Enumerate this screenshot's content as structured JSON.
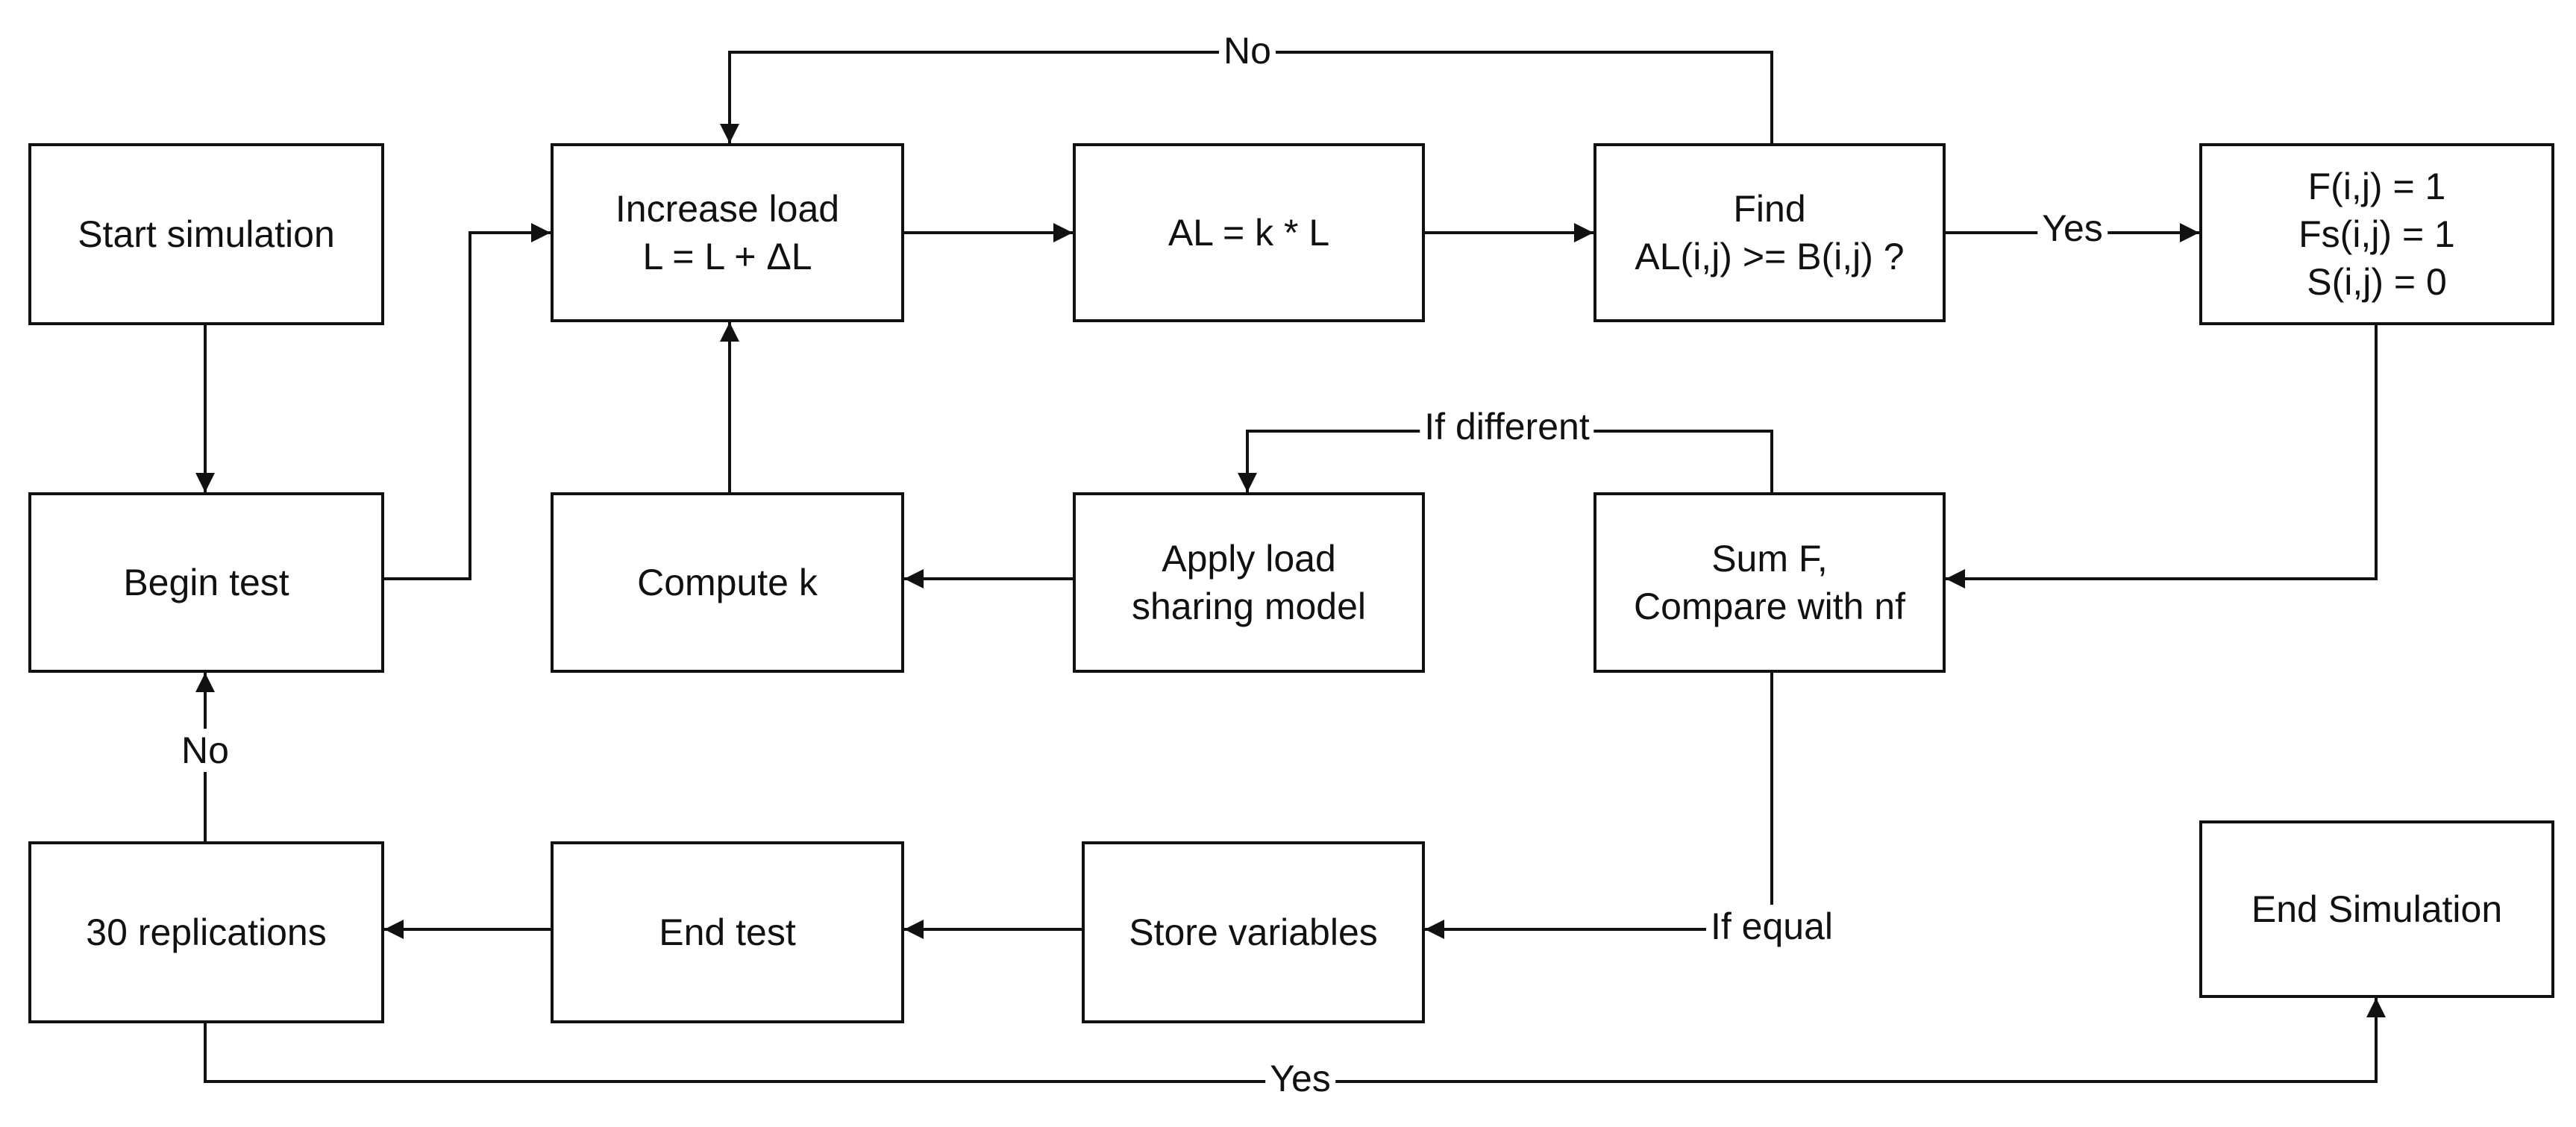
{
  "nodes": {
    "start_simulation": {
      "lines": [
        "Start simulation"
      ]
    },
    "increase_load": {
      "lines": [
        "Increase load",
        "L = L + ΔL"
      ]
    },
    "al_formula": {
      "lines": [
        "AL = k * L"
      ]
    },
    "find_condition": {
      "lines": [
        "Find",
        "AL(i,j) >= B(i,j) ?"
      ]
    },
    "failure_flags": {
      "lines": [
        "F(i,j) = 1",
        "Fs(i,j) = 1",
        "S(i,j) = 0"
      ]
    },
    "begin_test": {
      "lines": [
        "Begin test"
      ]
    },
    "compute_k": {
      "lines": [
        "Compute k"
      ]
    },
    "apply_load_sharing": {
      "lines": [
        "Apply load",
        "sharing model"
      ]
    },
    "sum_compare": {
      "lines": [
        "Sum F,",
        "Compare with nf"
      ]
    },
    "replications": {
      "lines": [
        "30 replications"
      ]
    },
    "end_test": {
      "lines": [
        "End test"
      ]
    },
    "store_variables": {
      "lines": [
        "Store variables"
      ]
    },
    "end_simulation": {
      "lines": [
        "End Simulation"
      ]
    }
  },
  "edge_labels": {
    "no_top": "No",
    "yes_right": "Yes",
    "if_different": "If different",
    "no_left": "No",
    "if_equal": "If equal",
    "yes_bottom": "Yes"
  },
  "colors": {
    "stroke": "#111111",
    "background": "#ffffff"
  }
}
